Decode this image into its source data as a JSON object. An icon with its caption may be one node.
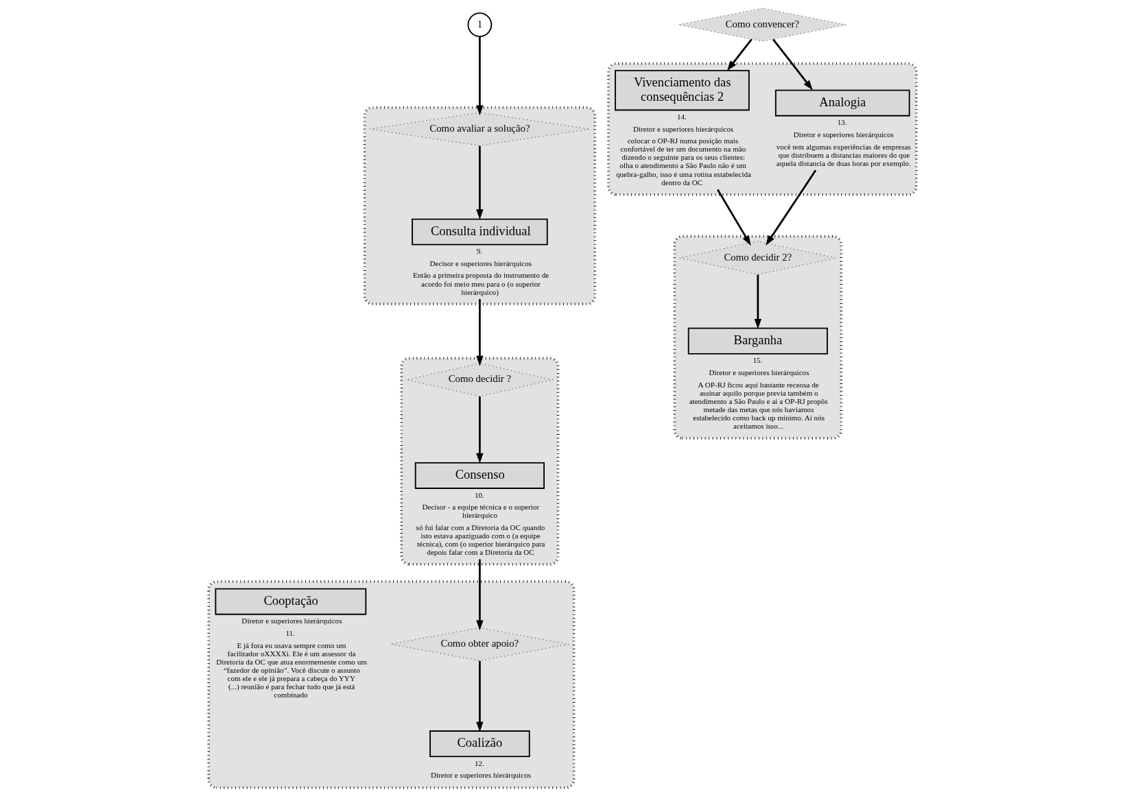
{
  "diagram": {
    "nodes": [
      {
        "text": [],
        "shape": "ellipse"
      },
      {
        "text": [
          "Consenso"
        ],
        "in": 0,
        "beside": [
          "10.",
          "Decisor - a equipe técnica e o superior hierárquico",
          "só fui falar com a Diretoria da OC quando isto estava apaziguado com o (a equipe técnica), com (o superior hierárquico para depois falar com a Diretoria da OC"
        ]
      },
      {
        "text": [
          "Como decidir ?"
        ],
        "in": 0
      },
      {
        "text": [],
        "shape": "ellipse"
      },
      {
        "text": [
          "Consulta individual"
        ],
        "in": 3,
        "beside": [
          "9.",
          "Decisor e superiores hierárquicos",
          "Então a primeira proposta do instrumento de acordo foi meio meu para o (o superior hierárquico)"
        ]
      },
      {
        "text": [
          "Como avaliar a solução?"
        ],
        "in": 3
      },
      {
        "text": [
          "1"
        ]
      },
      {
        "text": [],
        "shape": "ellipse"
      },
      {
        "text": [
          "Como obter apoio?"
        ],
        "in": 7
      },
      {
        "text": [
          "Coalizão"
        ],
        "in": 7,
        "beside": [
          "12.",
          "Diretor e superiores hierárquicos"
        ]
      },
      {
        "text": [
          "Cooptação"
        ],
        "in": 7,
        "beside": [
          "Diretor e superiores hierárquicos",
          "11.",
          "E já fora eu usava sempre como um facilitador oXXXXi. Ele é um assessor da Diretoria da OC que atua enormemente como um “fazedor de opinião”. Você discute o assunto com ele e ele já prepara a cabeça do YYY (...) reunião é para fechar tudo que já está combinado"
        ]
      },
      {
        "text": [],
        "shape": "ellipse"
      },
      {
        "text": [
          "Analogia"
        ],
        "in": 11,
        "beside": [
          "13.",
          "Diretor e superiores hierárquicos",
          "você tem algumas experiências de empresas que distribuem a distancias maiores do que aquela distancia de duas horas por exemplo."
        ]
      },
      {
        "text": [
          "Vivenciamento das consequências 2"
        ],
        "in": 11,
        "beside": [
          "14.",
          "Diretor e superiores hierárquicos",
          "colocar o OP-RJ numa posição mais confortável de ter um documento na mão dizendo o seguinte para os seus clientes: olha o atendimento a São Paulo não é um quebra-galho, isso é uma rotina estabelecida dentro da OC"
        ]
      },
      {
        "text": [
          "Como convencer?"
        ]
      },
      {
        "text": [],
        "shape": "ellipse"
      },
      {
        "text": [
          "Como decidir 2?"
        ],
        "in": 15
      },
      {
        "text": [
          "Barganha"
        ],
        "in": 15,
        "beside": [
          "15.",
          "Diretor e superiores hierárquicos",
          "A OP-RJ ficou aqui bastante receosa de assinar aquilo porque previa também o atendimento a São Paulo e ai a OP-RJ propôs metade das metas que nós haviamos estabelecido como back up mínimo. Ai nós aceitamos isso..."
        ]
      }
    ],
    "edges": [
      {
        "from": 6,
        "to": 5,
        "arrow": "to"
      },
      {
        "from": 5,
        "to": 4,
        "arrow": "to"
      },
      {
        "from": 4,
        "to": 2,
        "arrow": "to"
      },
      {
        "from": 2,
        "to": 1,
        "arrow": "to"
      },
      {
        "from": 1,
        "to": 8,
        "arrow": "to"
      },
      {
        "from": 8,
        "to": 9,
        "arrow": "to"
      },
      {
        "from": 14,
        "to": 12,
        "arrow": "to"
      },
      {
        "from": 14,
        "to": 13,
        "arrow": "to"
      },
      {
        "from": 12,
        "to": 16,
        "arrow": "to"
      },
      {
        "from": 13,
        "to": 16,
        "arrow": "to"
      },
      {
        "from": 16,
        "to": 17,
        "arrow": "to"
      }
    ]
  }
}
